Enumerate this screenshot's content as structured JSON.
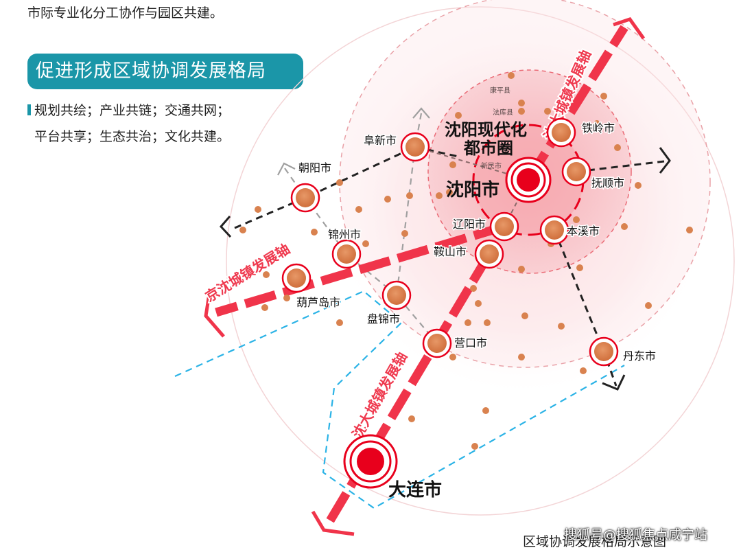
{
  "header": {
    "intro_text": "市际专业化分工协作与园区共建。",
    "banner_title": "促进形成区域协调发展格局",
    "pillars_line1": "规划共绘；产业共链；交通共网；",
    "pillars_line2": "平台共享；生态共治；文化共建。"
  },
  "map": {
    "metro_label_line1": "沈阳现代化",
    "metro_label_line2": "都市圈",
    "core_city": "沈阳市",
    "port_city": "大连市",
    "cities": {
      "tieling": "铁岭市",
      "fushun": "抚顺市",
      "benxi": "本溪市",
      "liaoyang": "辽阳市",
      "anshan": "鞍山市",
      "yingkou": "营口市",
      "dandong": "丹东市",
      "panjin": "盘锦市",
      "fuxin": "阜新市",
      "chaoyang": "朝阳市",
      "jinzhou": "锦州市",
      "huludao": "葫芦岛市"
    },
    "counties": {
      "kangping": "康平县",
      "faku": "法库县",
      "xinmin": "新民市"
    },
    "axes": {
      "shen_da_north": "沈大城镇发展轴",
      "jing_shen": "京沈城镇发展轴",
      "shen_da_south": "沈大城镇发展轴"
    }
  },
  "footer": {
    "watermark": "搜狐号@搜狐焦点咸宁站",
    "caption": "区域协调发展格局示意图"
  },
  "colors": {
    "accent_teal": "#1b96a8",
    "axis_red": "#f0344a",
    "core_red": "#e8001c",
    "node_orange": "#d9824f",
    "dash_blue": "#2bb3e6"
  }
}
